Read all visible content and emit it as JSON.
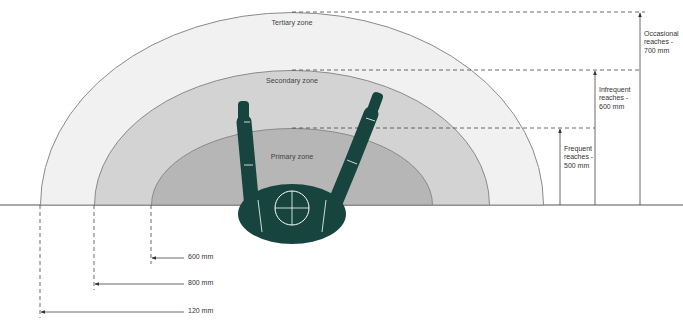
{
  "diagram": {
    "nodes": [
      {
        "text": [
          "Tertiary zone"
        ]
      },
      {
        "text": [
          "Secondary zone"
        ],
        "in": 0
      },
      {
        "text": [
          "Primary zone"
        ],
        "in": 1
      }
    ],
    "labels": [
      "Occasional reaches - 700 mm",
      "Infrequent reaches - 600 mm",
      "Frequent reaches - 500 mm",
      "600 mm",
      "800 mm",
      "120 mm"
    ]
  }
}
